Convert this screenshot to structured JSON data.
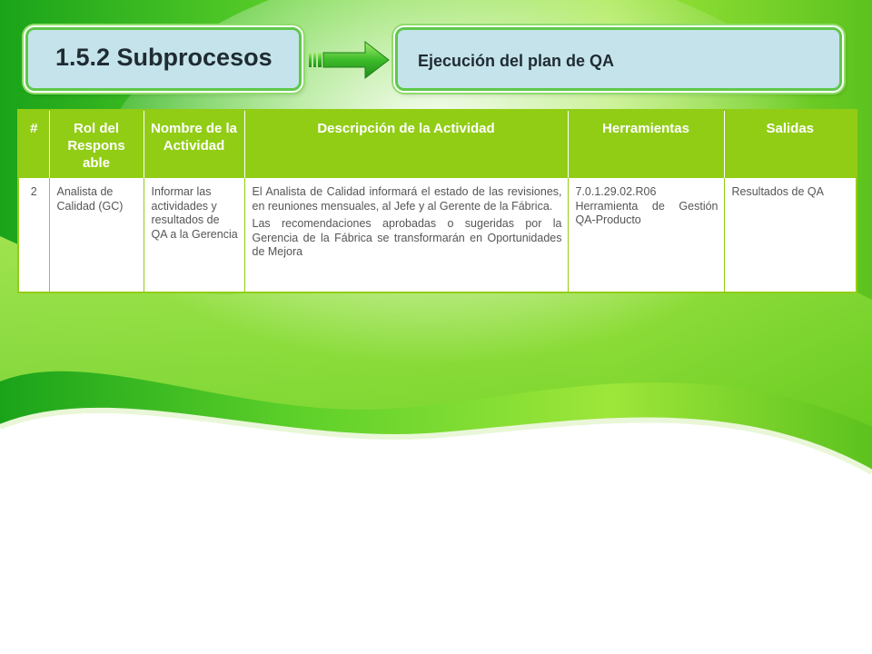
{
  "header": {
    "title": "1.5.2 Subprocesos",
    "subtitle": "Ejecución del plan de QA"
  },
  "colors": {
    "accent_green": "#92cd16",
    "box_fill": "#c5e3ea",
    "box_border": "#5ec94a",
    "arrow": "arrow-right-icon"
  },
  "table": {
    "headers": [
      "#",
      "Rol del Respons able",
      "Nombre de la Actividad",
      "Descripción de la Actividad",
      "Herramientas",
      "Salidas"
    ],
    "rows": [
      {
        "num": "2",
        "rol": "Analista de Calidad (GC)",
        "nombre": "Informar las actividades y resultados de QA a la Gerencia",
        "descripcion": [
          "El Analista de Calidad informará el estado de las revisiones, en reuniones mensuales, al Jefe y al Gerente de la Fábrica.",
          "Las recomendaciones aprobadas o sugeridas por la Gerencia de la Fábrica se transformarán en Oportunidades de Mejora"
        ],
        "herramientas": "7.0.1.29.02.R06 Herramienta de Gestión QA-Producto",
        "salidas": "Resultados de QA"
      }
    ]
  }
}
